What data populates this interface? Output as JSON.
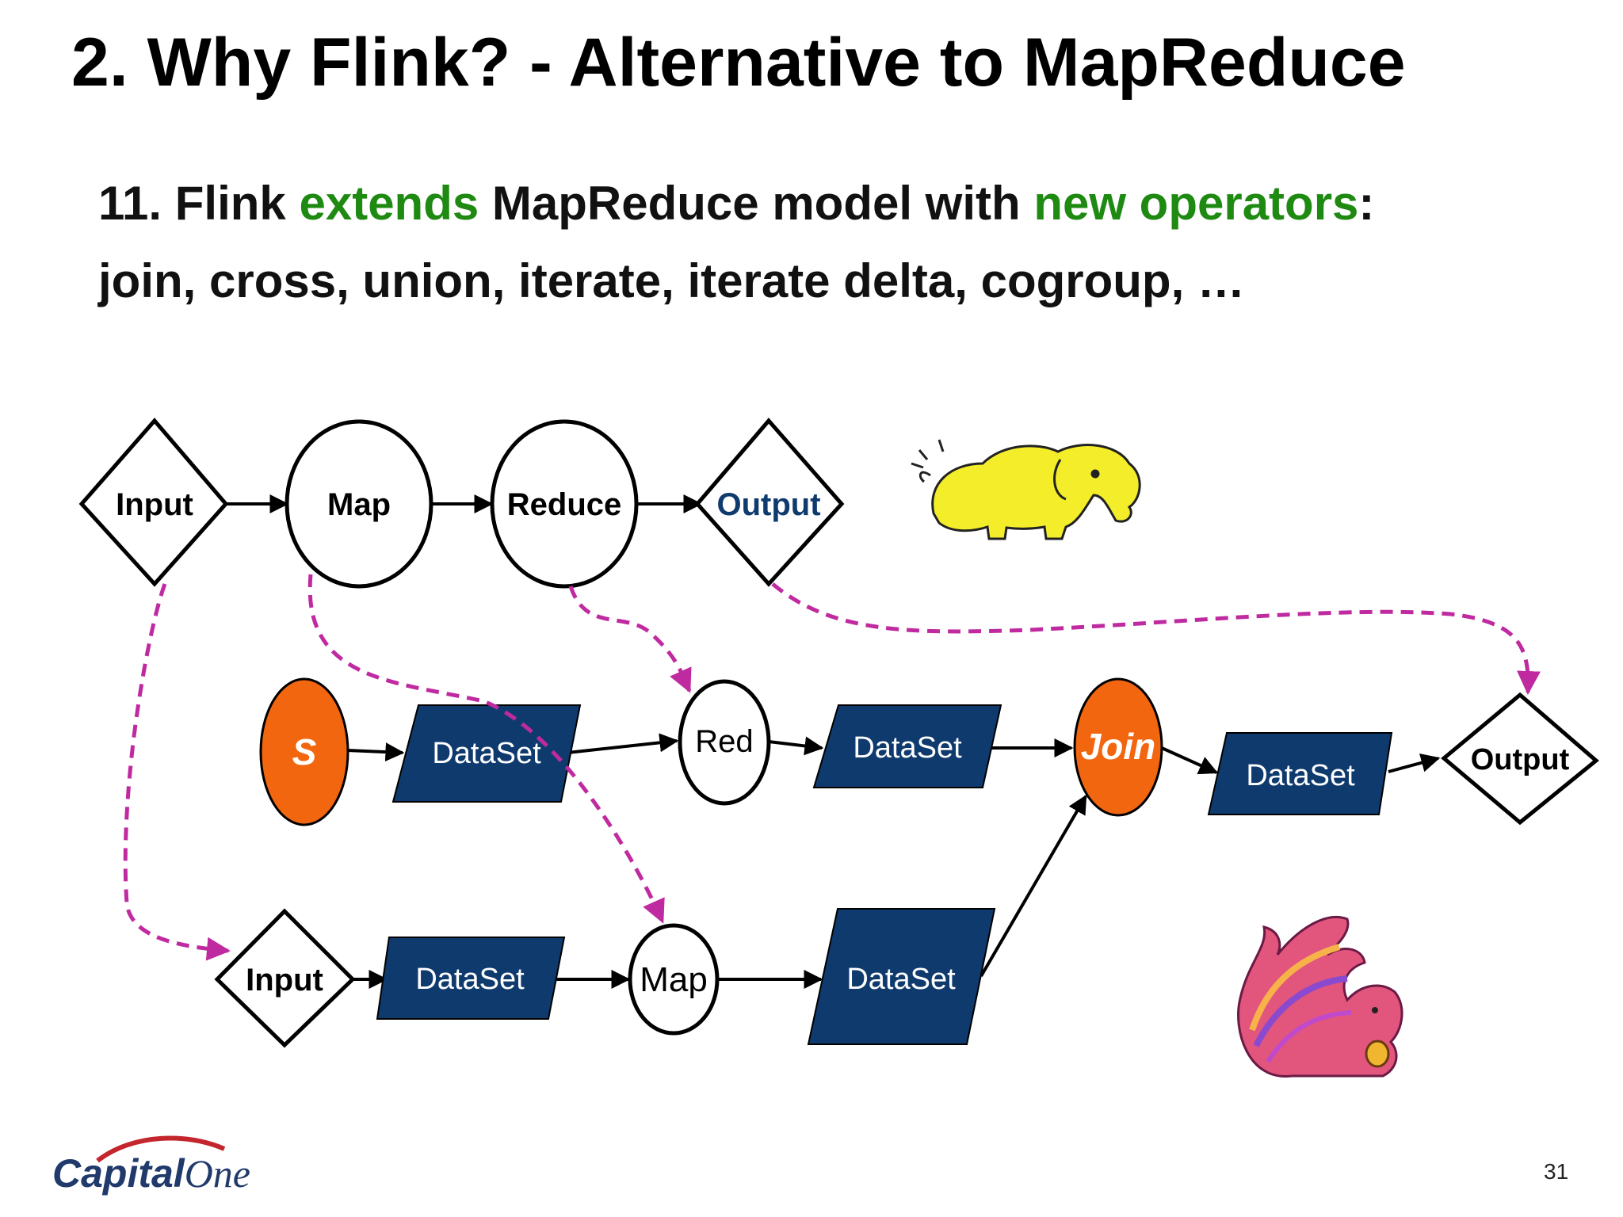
{
  "slide": {
    "title": "2. Why Flink? - Alternative to MapReduce",
    "point_number": "11.",
    "point_parts": [
      {
        "text": "Flink ",
        "color": "#111111"
      },
      {
        "text": "extends",
        "color": "#1e8a12"
      },
      {
        "text": " MapReduce model with ",
        "color": "#111111"
      },
      {
        "text": "new operators",
        "color": "#1e8a12"
      },
      {
        "text": ":",
        "color": "#111111"
      }
    ],
    "point_line2": "join, cross, union, iterate, iterate delta, cogroup, …",
    "page_number": "31",
    "logo": {
      "capital": "Capital",
      "one": "One"
    }
  },
  "diagram": {
    "colors": {
      "dataset_fill": "#0f3a6e",
      "operator_fill": "#f26610",
      "dashed_link": "#c02aa0",
      "output_text_top": "#0f3a6e",
      "hadoop_yellow": "#f4ee2a",
      "flink_pink": "#e2557c"
    },
    "mapreduce_row": {
      "input": "Input",
      "map": "Map",
      "reduce": "Reduce",
      "output": "Output"
    },
    "flink_row1": {
      "source": "S",
      "dataset1": "DataSet",
      "reduce": "Red",
      "dataset2": "DataSet",
      "join": "Join",
      "dataset3": "DataSet",
      "output": "Output"
    },
    "flink_row2": {
      "input": "Input",
      "dataset1": "DataSet",
      "map": "Map",
      "dataset2": "DataSet"
    },
    "icons": [
      "hadoop-elephant-icon",
      "flink-squirrel-icon"
    ]
  }
}
